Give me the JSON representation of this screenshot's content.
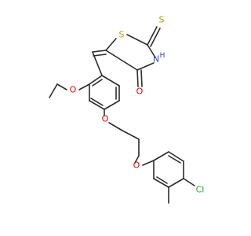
{
  "molecule": {
    "atoms": {
      "S_ring": "S",
      "S_thione": "S",
      "NH": "N",
      "H": "H",
      "O_carbonyl": "O",
      "O_ethoxy": "O",
      "O_ether_1": "O",
      "O_ether_2": "O",
      "Cl": "Cl"
    },
    "colors": {
      "bond": "#2b2b2b",
      "sulfur": "#b5a000",
      "nitrogen": "#2a3fd6",
      "oxygen": "#e00000",
      "chlorine": "#22a822"
    }
  }
}
